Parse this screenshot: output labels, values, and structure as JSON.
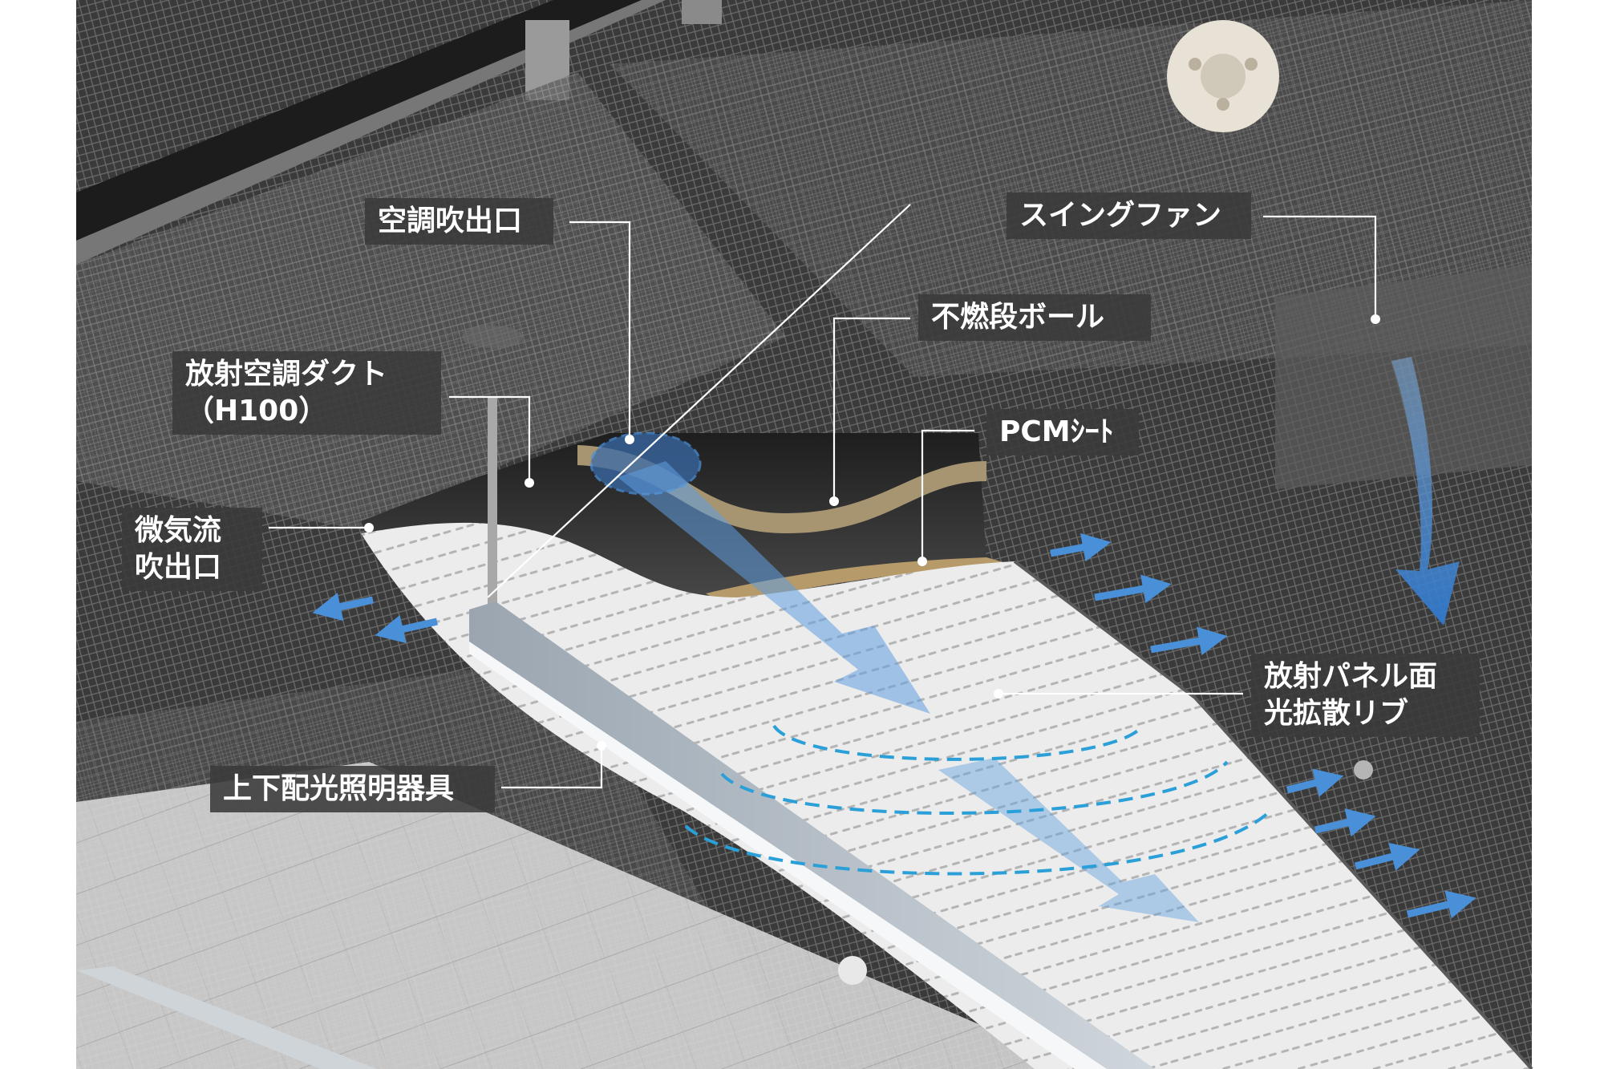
{
  "labels": {
    "ac_outlet": "空調吹出口",
    "swing_fan": "スイングファン",
    "fire_cardboard": "不燃段ボール",
    "radiant_duct": "放射空調ダクト\n（H100）",
    "pcm_sheet": "PCMｼｰﾄ",
    "micro_airflow_outlet": "微気流\n吹出口",
    "radiant_panel": "放射パネル面\n光拡散リブ",
    "lighting_fixture": "上下配光照明器具"
  },
  "colors": {
    "background": "#ffffff",
    "ceiling_mesh": "#3c3c3c",
    "radiant_panel": "#eeeeee",
    "airflow_arrow": "#4a90d9",
    "dashed_wave": "#2a9fd8",
    "callout_bg": "#3a3a3a",
    "callout_text": "#ffffff",
    "leader_line": "#ffffff"
  }
}
